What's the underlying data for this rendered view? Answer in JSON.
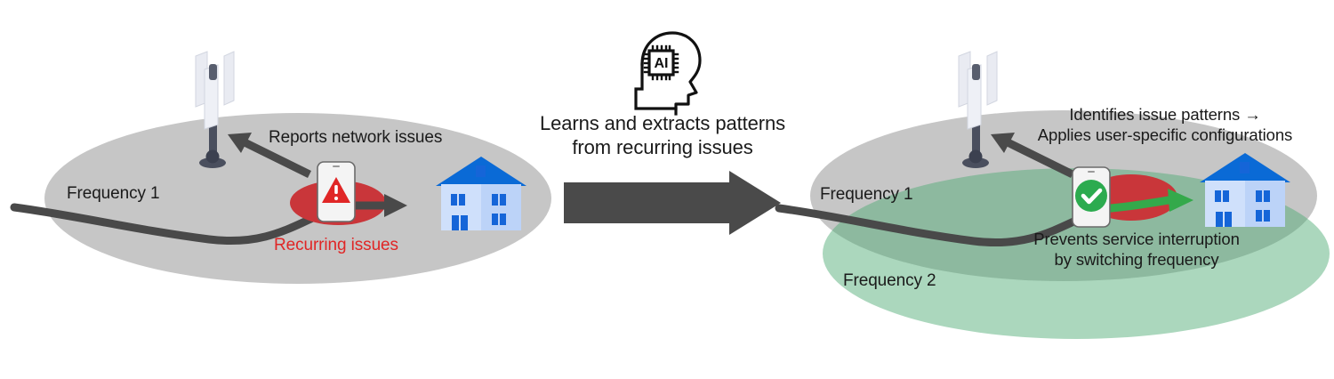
{
  "diagram": {
    "title_alt": "AI network optimization — recurring issues vs frequency switching",
    "left_panel": {
      "frequency_label": "Frequency 1",
      "report_label": "Reports network issues",
      "issue_label": "Recurring issues",
      "tower_icon": "cell-tower-icon",
      "phone_icon": "smartphone-warning-icon",
      "house_icon": "house-icon",
      "warning_icon": "warning-triangle-icon"
    },
    "center_panel": {
      "ai_icon": "ai-head-chip-icon",
      "ai_chip_text": "AI",
      "caption_line1": "Learns and extracts patterns",
      "caption_line2": "from recurring issues",
      "arrow_icon": "block-arrow-right-icon"
    },
    "right_panel": {
      "frequency1_label": "Frequency 1",
      "frequency2_label": "Frequency 2",
      "identifies_line1": "Identifies issue patterns →",
      "identifies_line2": "Applies user-specific configurations",
      "prevents_line1": "Prevents service interruption",
      "prevents_line2": "by switching frequency",
      "tower_icon": "cell-tower-icon",
      "phone_icon": "smartphone-success-icon",
      "house_icon": "house-icon",
      "check_icon": "green-check-circle-icon"
    },
    "colors": {
      "ellipse_gray": "#c6c6c6",
      "ellipse_green": "#93ccab",
      "issue_red": "#c9363a",
      "text_red": "#e02626",
      "arrow_dark": "#4a4a4a",
      "signal_line": "#494949",
      "success_green": "#2cab4f",
      "green_arrow": "#34a94b",
      "roof_blue": "#0a6ad6",
      "wall_blue": "#cfe0fb",
      "wall_blue_dark": "#bcd3f8",
      "window_blue": "#1565d8",
      "pole_dark": "#4a4f5e",
      "panel_light": "#e9ebf2",
      "text_dark": "#1a1a1a"
    }
  }
}
